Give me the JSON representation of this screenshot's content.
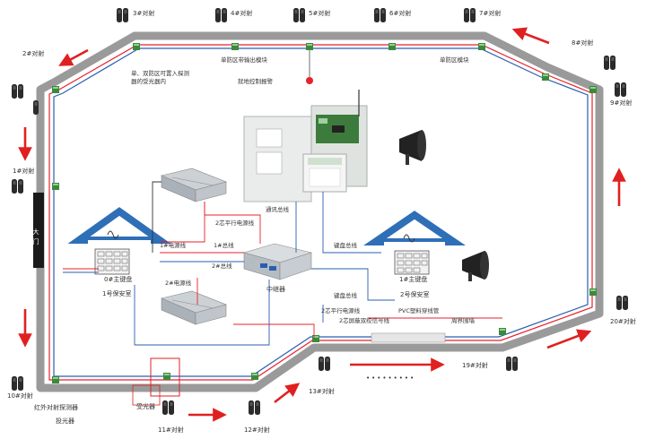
{
  "detector_labels": [
    {
      "id": "d3",
      "text": "3#对射"
    },
    {
      "id": "d4",
      "text": "4#对射"
    },
    {
      "id": "d5",
      "text": "5#对射"
    },
    {
      "id": "d6",
      "text": "6#对射"
    },
    {
      "id": "d7",
      "text": "7#对射"
    },
    {
      "id": "d8",
      "text": "8#对射"
    },
    {
      "id": "d2",
      "text": "2#对射"
    },
    {
      "id": "d9",
      "text": "9#对射"
    },
    {
      "id": "d1",
      "text": "1#对射"
    },
    {
      "id": "d10",
      "text": "10#对射"
    },
    {
      "id": "d11",
      "text": "11#对射"
    },
    {
      "id": "d12",
      "text": "12#对射"
    },
    {
      "id": "d13",
      "text": "13#对射"
    },
    {
      "id": "d19",
      "text": "19#对射"
    },
    {
      "id": "d20",
      "text": "20#对射"
    }
  ],
  "annotations": {
    "single_dual_zone": "单、双防区可置入探测器的受光器内",
    "single_zone_output_module": "单防区带输出模块",
    "single_zone_module": "单防区模块",
    "local_alarm": "就地控制报警",
    "comm_bus": "通讯总线",
    "keypad_bus_top": "键盘总线",
    "keypad_bus_bottom": "键盘总线",
    "two_core_power": "2芯平行电源线",
    "two_core_power_bottom": "2芯平行电源线",
    "power_line_1": "1#电源线",
    "power_line_2": "2#电源线",
    "bus_1": "1#总线",
    "bus_2": "2#总线",
    "relay": "中继器",
    "main_keypad_0": "0#主键盘",
    "main_keypad_1": "1#主键盘",
    "guard_room_1": "1号保安室",
    "guard_room_2": "2号保安室",
    "shielded_twisted": "2芯屏蔽双绞信号线",
    "pvc_pipe": "PVC塑料穿线管",
    "wall": "周界围墙",
    "gate": "大门",
    "ir_detector": "红外对射探测器",
    "transmitter": "投光器",
    "receiver": "受光器",
    "dots": "•••••••••"
  },
  "colors": {
    "fence": "#9a9a9a",
    "red_line": "#e8212b",
    "blue_line": "#2a5fb0",
    "arrow": "#e02020",
    "house": "#2e6fb7"
  }
}
